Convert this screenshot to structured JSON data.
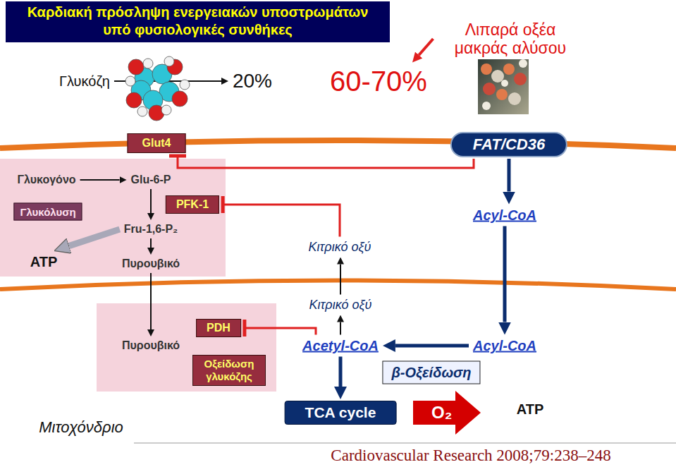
{
  "diagram": {
    "title": "Καρδιακή πρόσληψη ενεργειακών υποστρωμάτων υπό φυσιολογικές συνθήκες",
    "caption": "Cardiovascular Research 2008;79:238–248",
    "nodes": [
      {
        "text": [
          "Γλυκόζη"
        ]
      },
      {
        "text": [
          "20%"
        ]
      },
      {
        "text": [
          "60-70%"
        ]
      },
      {
        "text": [
          "Λιπαρά οξέα μακράς αλύσου"
        ]
      },
      {
        "text": [
          "Glut4"
        ]
      },
      {
        "text": [
          "FAT/CD36"
        ]
      },
      {
        "text": [
          "Γλυκογόνο"
        ]
      },
      {
        "text": [
          "Glu-6-P"
        ]
      },
      {
        "text": [
          "Γλυκόλυση"
        ]
      },
      {
        "text": [
          "PFK-1"
        ]
      },
      {
        "text": [
          "Acyl-CoA"
        ]
      },
      {
        "text": [
          "Fru-1,6-P₂"
        ]
      },
      {
        "text": [
          "ATP"
        ]
      },
      {
        "text": [
          "Κιτρικό οξύ"
        ]
      },
      {
        "text": [
          "Πυρουβικό"
        ]
      },
      {
        "text": [
          "Κιτρικό οξύ"
        ]
      },
      {
        "text": [
          "Πυρουβικό"
        ]
      },
      {
        "text": [
          "PDH"
        ]
      },
      {
        "text": [
          "Acetyl-CoA"
        ]
      },
      {
        "text": [
          "Acyl-CoA"
        ]
      },
      {
        "text": [
          "Οξείδωση γλυκόζης"
        ]
      },
      {
        "text": [
          "β-Οξείδωση"
        ]
      },
      {
        "text": [
          "TCA cycle"
        ]
      },
      {
        "text": [
          "O₂"
        ]
      },
      {
        "text": [
          "ATP"
        ]
      }
    ],
    "edges": [
      {
        "from": 0,
        "to": 1,
        "arrow": "to"
      },
      {
        "from": 3,
        "to": 2,
        "arrow": "to"
      },
      {
        "from": 5,
        "to": 4,
        "arrow": "to"
      },
      {
        "from": 6,
        "to": 7,
        "arrow": "to"
      },
      {
        "from": 7,
        "to": 11,
        "arrow": "to"
      },
      {
        "from": 11,
        "to": 14,
        "arrow": "to"
      },
      {
        "from": 11,
        "to": 12,
        "arrow": "to"
      },
      {
        "from": 13,
        "to": 9,
        "arrow": "to"
      },
      {
        "from": 15,
        "to": 13,
        "arrow": "to"
      },
      {
        "from": 14,
        "to": 16,
        "arrow": "to"
      },
      {
        "from": 18,
        "to": 17,
        "arrow": "to"
      },
      {
        "from": 18,
        "to": 15,
        "arrow": "to"
      },
      {
        "from": 5,
        "to": 10,
        "arrow": "to"
      },
      {
        "from": 10,
        "to": 19,
        "arrow": "to"
      },
      {
        "from": 19,
        "to": 18,
        "arrow": "to"
      },
      {
        "from": 18,
        "to": 22,
        "arrow": "to"
      }
    ],
    "labels": [
      "Μιτοχόνδριο"
    ]
  }
}
